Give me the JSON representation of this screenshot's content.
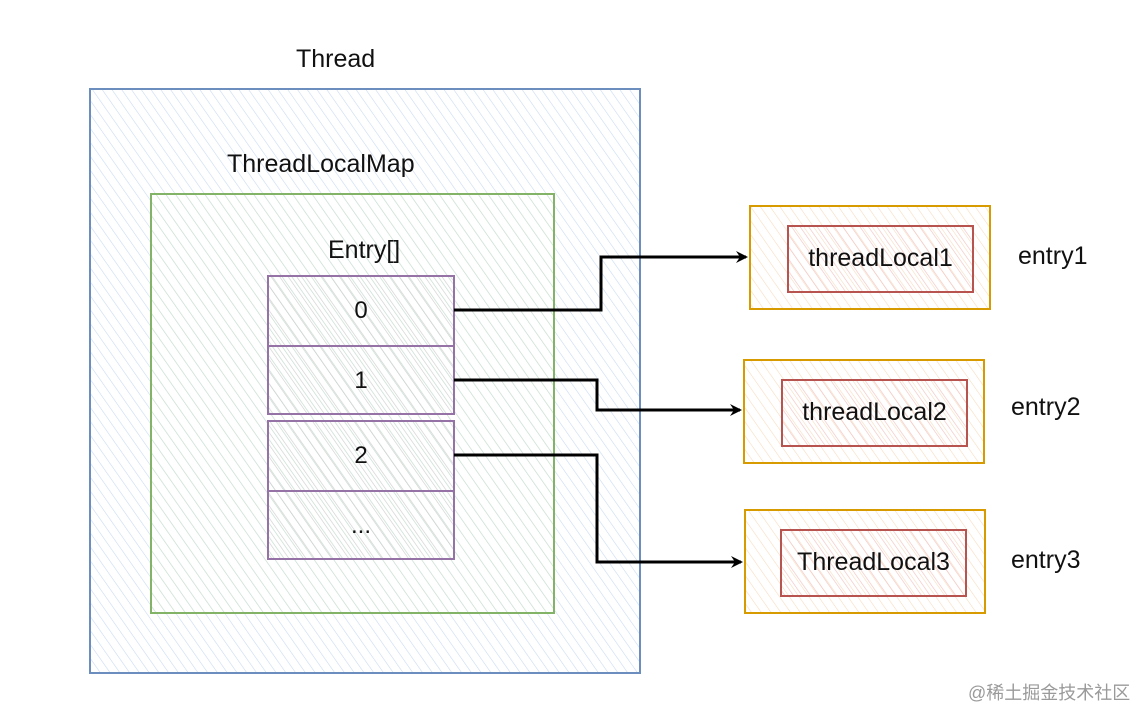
{
  "labels": {
    "thread": "Thread",
    "map": "ThreadLocalMap",
    "array": "Entry[]"
  },
  "cells": [
    "0",
    "1",
    "2",
    "..."
  ],
  "targets": [
    {
      "inner": "threadLocal1",
      "entry": "entry1"
    },
    {
      "inner": "threadLocal2",
      "entry": "entry2"
    },
    {
      "inner": "ThreadLocal3",
      "entry": "entry3"
    }
  ],
  "watermark": "@稀土掘金技术社区",
  "colors": {
    "thread_border": "#6c8ebf",
    "thread_fill": "#dae8fc",
    "map_border": "#82b366",
    "map_fill": "#d5e8d4",
    "cell_border": "#9673a6",
    "cell_fill": "#d9d9d9",
    "entry_border": "#d79b00",
    "entry_fill": "#ffe6cc",
    "inner_border": "#b85450",
    "inner_fill": "#f8cecc",
    "arrow": "#000000"
  }
}
